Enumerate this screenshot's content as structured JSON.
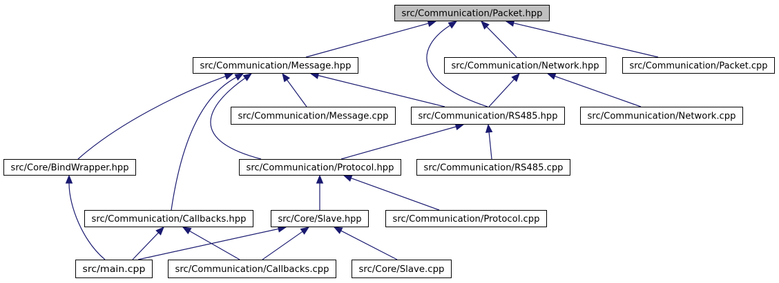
{
  "graph": {
    "colors": {
      "edge": "#191970",
      "node_border": "#000000",
      "node_fill": "#ffffff",
      "root_fill": "#bfbfbf",
      "text": "#000000"
    },
    "nodes": [
      {
        "id": "packet_hpp",
        "label": "src/Communication/Packet.hpp",
        "root": true
      },
      {
        "id": "message_hpp",
        "label": "src/Communication/Message.hpp"
      },
      {
        "id": "network_hpp",
        "label": "src/Communication/Network.hpp"
      },
      {
        "id": "packet_cpp",
        "label": "src/Communication/Packet.cpp"
      },
      {
        "id": "message_cpp",
        "label": "src/Communication/Message.cpp"
      },
      {
        "id": "rs485_hpp",
        "label": "src/Communication/RS485.hpp"
      },
      {
        "id": "network_cpp",
        "label": "src/Communication/Network.cpp"
      },
      {
        "id": "bindwrapper_hpp",
        "label": "src/Core/BindWrapper.hpp"
      },
      {
        "id": "protocol_hpp",
        "label": "src/Communication/Protocol.hpp"
      },
      {
        "id": "rs485_cpp",
        "label": "src/Communication/RS485.cpp"
      },
      {
        "id": "callbacks_hpp",
        "label": "src/Communication/Callbacks.hpp"
      },
      {
        "id": "slave_hpp",
        "label": "src/Core/Slave.hpp"
      },
      {
        "id": "protocol_cpp",
        "label": "src/Communication/Protocol.cpp"
      },
      {
        "id": "main_cpp",
        "label": "src/main.cpp"
      },
      {
        "id": "callbacks_cpp",
        "label": "src/Communication/Callbacks.cpp"
      },
      {
        "id": "slave_cpp",
        "label": "src/Core/Slave.cpp"
      }
    ],
    "edges": [
      {
        "from": "message_hpp",
        "to": "packet_hpp"
      },
      {
        "from": "rs485_hpp",
        "to": "packet_hpp"
      },
      {
        "from": "network_hpp",
        "to": "packet_hpp"
      },
      {
        "from": "packet_cpp",
        "to": "packet_hpp"
      },
      {
        "from": "bindwrapper_hpp",
        "to": "message_hpp"
      },
      {
        "from": "callbacks_hpp",
        "to": "message_hpp"
      },
      {
        "from": "protocol_hpp",
        "to": "message_hpp"
      },
      {
        "from": "message_cpp",
        "to": "message_hpp"
      },
      {
        "from": "rs485_hpp",
        "to": "message_hpp"
      },
      {
        "from": "rs485_hpp",
        "to": "network_hpp"
      },
      {
        "from": "network_cpp",
        "to": "network_hpp"
      },
      {
        "from": "protocol_hpp",
        "to": "rs485_hpp"
      },
      {
        "from": "rs485_cpp",
        "to": "rs485_hpp"
      },
      {
        "from": "main_cpp",
        "to": "bindwrapper_hpp"
      },
      {
        "from": "slave_hpp",
        "to": "protocol_hpp"
      },
      {
        "from": "protocol_cpp",
        "to": "protocol_hpp"
      },
      {
        "from": "main_cpp",
        "to": "callbacks_hpp"
      },
      {
        "from": "callbacks_cpp",
        "to": "callbacks_hpp"
      },
      {
        "from": "main_cpp",
        "to": "slave_hpp"
      },
      {
        "from": "callbacks_cpp",
        "to": "slave_hpp"
      },
      {
        "from": "slave_cpp",
        "to": "slave_hpp"
      }
    ]
  }
}
